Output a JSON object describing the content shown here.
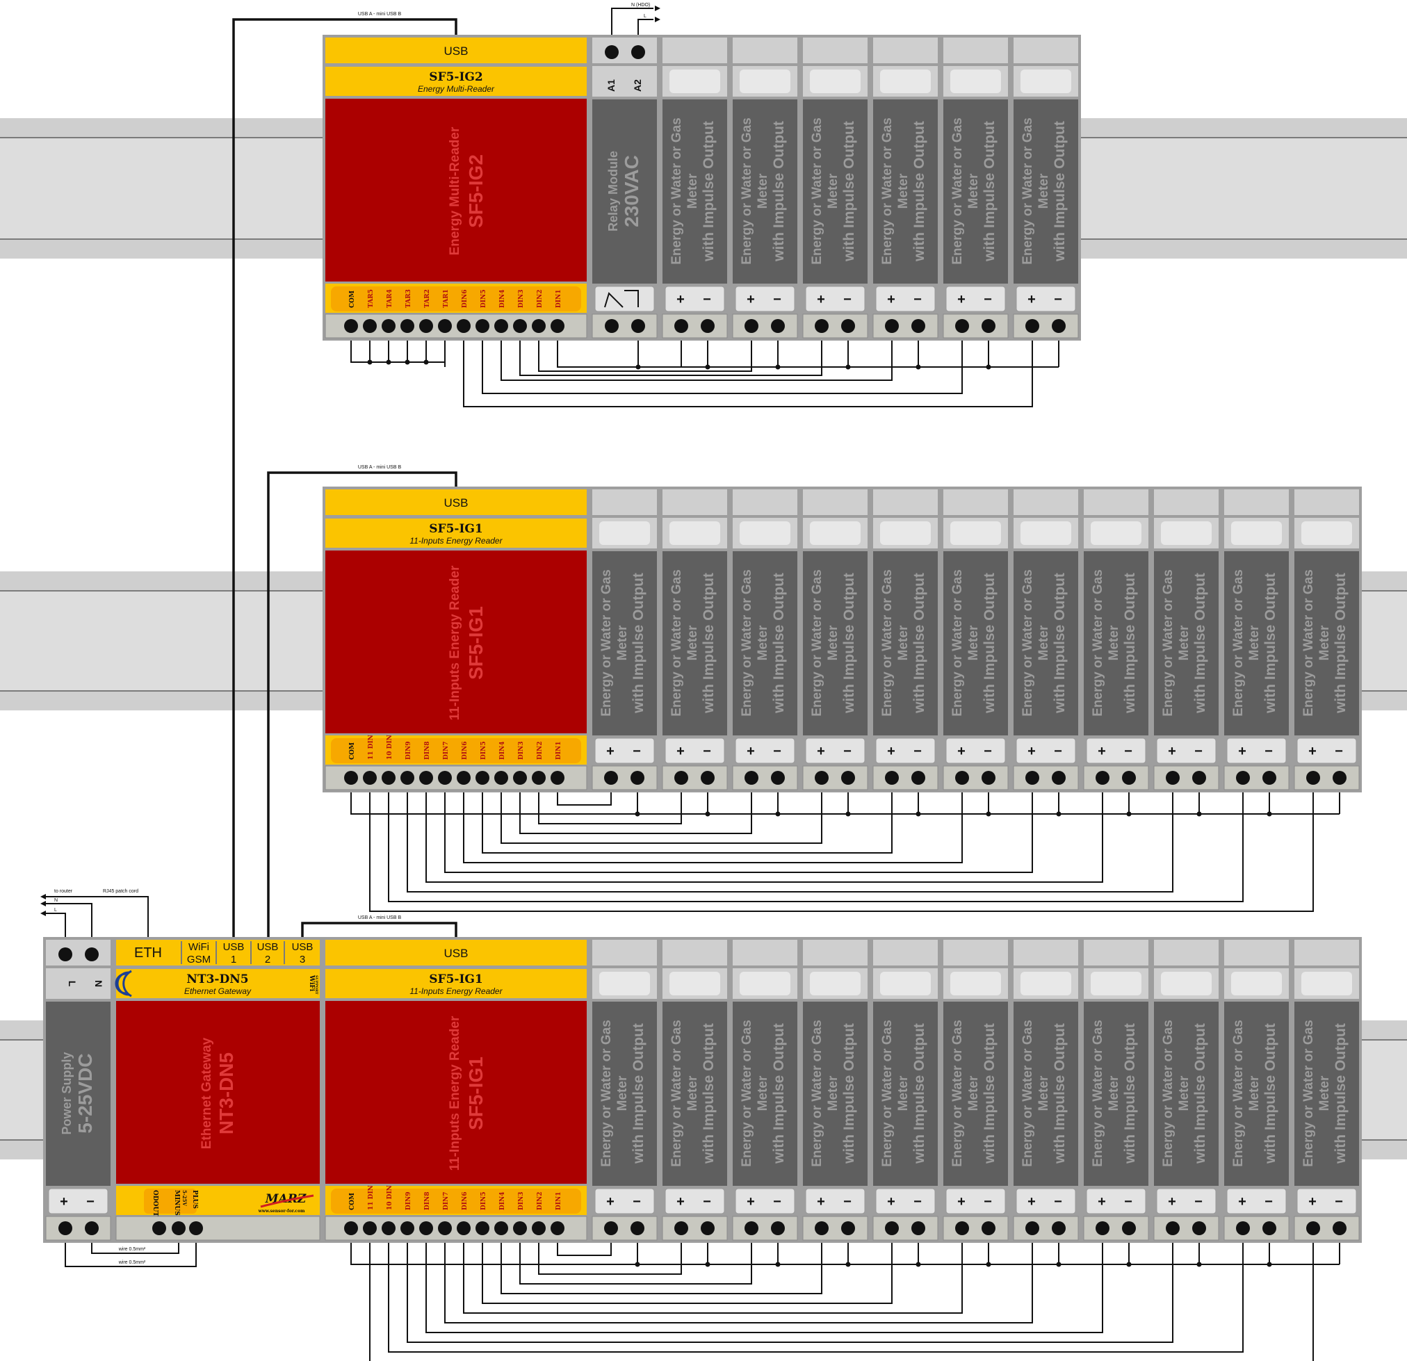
{
  "cables": {
    "usb_cable": "USB A - mini USB B",
    "to_router": "to router",
    "rj45": "RJ45 patch cord",
    "hdo": "N (HDO)",
    "wire_l": "L",
    "wire_n": "N",
    "wire": "wire 0.5mm²"
  },
  "meter": {
    "line1": "Energy or Water or Gas",
    "line2": "Meter",
    "line3": "with Impulse Output",
    "plus": "+",
    "minus": "−"
  },
  "ig2": {
    "usb": "USB",
    "title": "SF5-IG2",
    "subtitle": "Energy Multi-Reader",
    "desc": "Energy Multi-Reader",
    "model": "SF5-IG2",
    "pins": [
      "COM",
      "TAR5",
      "TAR4",
      "TAR3",
      "TAR2",
      "TAR1",
      "DIN6",
      "DIN5",
      "DIN4",
      "DIN3",
      "DIN2",
      "DIN1"
    ]
  },
  "relay": {
    "a1": "A1",
    "a2": "A2",
    "name": "Relay Module",
    "voltage": "230VAC"
  },
  "ig1": {
    "usb": "USB",
    "title": "SF5-IG1",
    "subtitle": "11-Inputs Energy Reader",
    "desc": "11-Inputs Energy Reader",
    "model": "SF5-IG1",
    "pins": [
      "COM",
      "11 DIN",
      "10 DIN",
      "DIN9",
      "DIN8",
      "DIN7",
      "DIN6",
      "DIN5",
      "DIN4",
      "DIN3",
      "DIN2",
      "DIN1"
    ]
  },
  "psu": {
    "l": "L",
    "n": "N",
    "name": "Power Supply",
    "voltage": "5-25VDC",
    "plus": "+",
    "minus": "−"
  },
  "gateway": {
    "eth": "ETH",
    "wifi": "WiFi",
    "gsm": "GSM",
    "usb_ports": [
      {
        "top": "USB",
        "num": "1"
      },
      {
        "top": "USB",
        "num": "2"
      },
      {
        "top": "USB",
        "num": "3"
      }
    ],
    "title": "NT3-DN5",
    "subtitle": "Ethernet Gateway",
    "badge": "WiFi",
    "badge_sub": "SUPPORT",
    "desc": "Ethernet Gateway",
    "model": "NT3-DN5",
    "pins": [
      "ODOUT",
      "MINUS",
      "5-25V",
      "PLUS"
    ],
    "brand": "MARZ",
    "url": "www.sensor-for.com"
  }
}
